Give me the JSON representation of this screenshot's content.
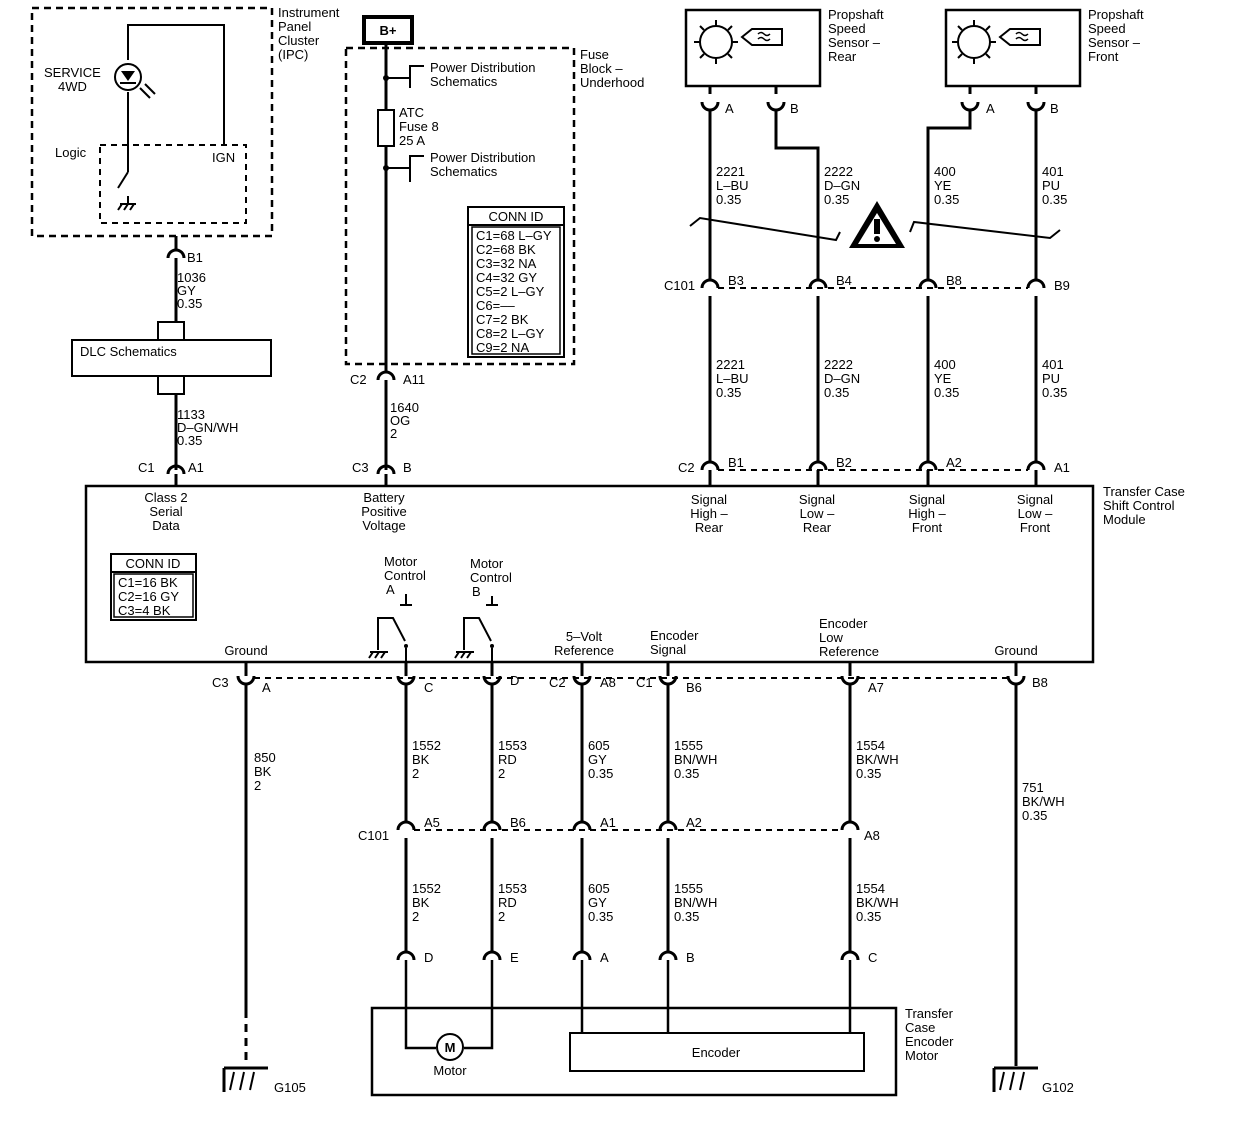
{
  "ipc": {
    "title": [
      "Instrument",
      "Panel",
      "Cluster",
      "(IPC)"
    ],
    "service_label": [
      "SERVICE",
      "4WD"
    ],
    "logic_label": "Logic",
    "ign_label": "IGN"
  },
  "bplus": "B+",
  "fuse_block": {
    "title": [
      "Fuse",
      "Block –",
      "Underhood"
    ],
    "pd1": [
      "Power Distribution",
      "Schematics"
    ],
    "fuse": [
      "ATC",
      "Fuse 8",
      "25 A"
    ],
    "pd2": [
      "Power Distribution",
      "Schematics"
    ]
  },
  "conn_id_fuse": {
    "title": "CONN ID",
    "items": [
      "C1=68 L–GY",
      "C2=68 BK",
      "C3=32 NA",
      "C4=32 GY",
      "C5=2 L–GY",
      "C6=––",
      "C7=2 BK",
      "C8=2 L–GY",
      "C9=2 NA"
    ]
  },
  "dlc": {
    "label": "DLC Schematics"
  },
  "sensor_rear": {
    "title": [
      "Propshaft",
      "Speed",
      "Sensor –",
      "Rear"
    ]
  },
  "sensor_front": {
    "title": [
      "Propshaft",
      "Speed",
      "Sensor –",
      "Front"
    ]
  },
  "module": {
    "title": [
      "Transfer Case",
      "Shift Control",
      "Module"
    ]
  },
  "conn_id_module": {
    "title": "CONN ID",
    "items": [
      "C1=16 BK",
      "C2=16 GY",
      "C3=4 BK"
    ]
  },
  "pins_top": {
    "b1": "B1",
    "c1": "C1",
    "a1": "A1",
    "c2": "C2",
    "a11": "A11",
    "c3": "C3",
    "b": "B",
    "s_a1": "A",
    "s_b1": "B",
    "s_a2": "A",
    "s_b2": "B",
    "c101": "C101",
    "b3": "B3",
    "b4": "B4",
    "b8": "B8",
    "b9": "B9",
    "m_c2": "C2",
    "m_b1": "B1",
    "m_b2": "B2",
    "m_a2": "A2",
    "m_a1": "A1"
  },
  "wires_top": {
    "w1036": [
      "1036",
      "GY",
      "0.35"
    ],
    "w1133": [
      "1133",
      "D–GN/WH",
      "0.35"
    ],
    "w1640": [
      "1640",
      "OG",
      "2"
    ],
    "w2221a": [
      "2221",
      "L–BU",
      "0.35"
    ],
    "w2222a": [
      "2222",
      "D–GN",
      "0.35"
    ],
    "w400a": [
      "400",
      "YE",
      "0.35"
    ],
    "w401a": [
      "401",
      "PU",
      "0.35"
    ],
    "w2221b": [
      "2221",
      "L–BU",
      "0.35"
    ],
    "w2222b": [
      "2222",
      "D–GN",
      "0.35"
    ],
    "w400b": [
      "400",
      "YE",
      "0.35"
    ],
    "w401b": [
      "401",
      "PU",
      "0.35"
    ]
  },
  "module_top_labels": {
    "class2": [
      "Class 2",
      "Serial",
      "Data"
    ],
    "battery": [
      "Battery",
      "Positive",
      "Voltage"
    ],
    "shr": [
      "Signal",
      "High –",
      "Rear"
    ],
    "slr": [
      "Signal",
      "Low –",
      "Rear"
    ],
    "shf": [
      "Signal",
      "High –",
      "Front"
    ],
    "slf": [
      "Signal",
      "Low –",
      "Front"
    ]
  },
  "module_bottom_labels": {
    "ground1": "Ground",
    "mca": [
      "Motor",
      "Control",
      "A"
    ],
    "mcb": [
      "Motor",
      "Control",
      "B"
    ],
    "ref5": [
      "5–Volt",
      "Reference"
    ],
    "encsig": [
      "Encoder",
      "Signal"
    ],
    "enclow": [
      "Encoder",
      "Low",
      "Reference"
    ],
    "ground2": "Ground"
  },
  "pins_bottom": {
    "c3": "C3",
    "a": "A",
    "c": "C",
    "d": "D",
    "c2": "C2",
    "a8": "A8",
    "c1": "C1",
    "b6": "B6",
    "a7": "A7",
    "b8": "B8",
    "c101": "C101",
    "ia5": "A5",
    "ib6": "B6",
    "ia1": "A1",
    "ia2": "A2",
    "ia8": "A8",
    "ed": "D",
    "ee": "E",
    "ea": "A",
    "eb": "B",
    "ec": "C"
  },
  "wires_bottom": {
    "w850": [
      "850",
      "BK",
      "2"
    ],
    "w1552a": [
      "1552",
      "BK",
      "2"
    ],
    "w1553a": [
      "1553",
      "RD",
      "2"
    ],
    "w605a": [
      "605",
      "GY",
      "0.35"
    ],
    "w1555a": [
      "1555",
      "BN/WH",
      "0.35"
    ],
    "w1554a": [
      "1554",
      "BK/WH",
      "0.35"
    ],
    "w751": [
      "751",
      "BK/WH",
      "0.35"
    ],
    "w1552b": [
      "1552",
      "BK",
      "2"
    ],
    "w1553b": [
      "1553",
      "RD",
      "2"
    ],
    "w605b": [
      "605",
      "GY",
      "0.35"
    ],
    "w1555b": [
      "1555",
      "BN/WH",
      "0.35"
    ],
    "w1554b": [
      "1554",
      "BK/WH",
      "0.35"
    ]
  },
  "encoder_motor": {
    "title": [
      "Transfer",
      "Case",
      "Encoder",
      "Motor"
    ],
    "motor_symbol": "M",
    "motor_label": "Motor",
    "encoder_label": "Encoder"
  },
  "grounds": {
    "g105": "G105",
    "g102": "G102"
  }
}
